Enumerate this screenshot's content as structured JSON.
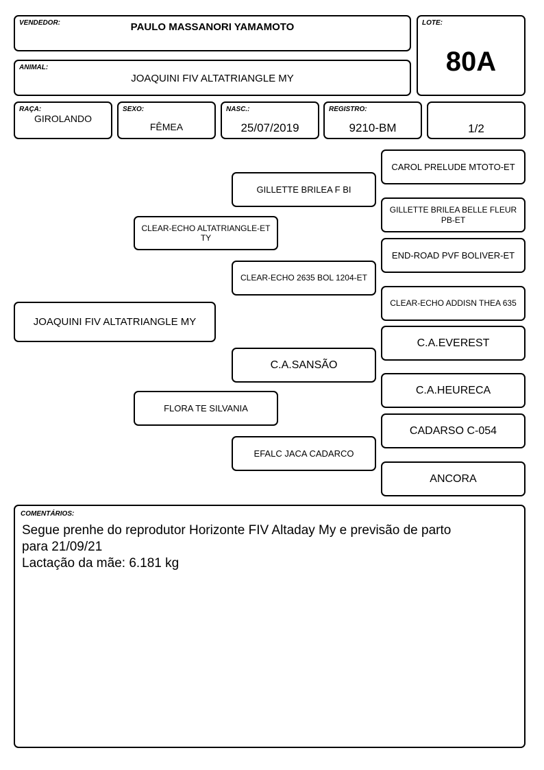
{
  "header": {
    "vendedor": {
      "label": "VENDEDOR:",
      "value": "PAULO MASSANORI YAMAMOTO"
    },
    "lote": {
      "label": "LOTE:",
      "value": "80A"
    },
    "animal": {
      "label": "ANIMAL:",
      "value": "JOAQUINI FIV ALTATRIANGLE MY"
    },
    "raca": {
      "label": "RAÇA:",
      "value": "GIROLANDO"
    },
    "sexo": {
      "label": "SEXO:",
      "value": "FÊMEA"
    },
    "nasc": {
      "label": "NASC.:",
      "value": "25/07/2019"
    },
    "registro": {
      "label": "REGISTRO:",
      "value": "9210-BM"
    },
    "grau": {
      "value": "1/2"
    }
  },
  "pedigree": {
    "animal": "JOAQUINI FIV ALTATRIANGLE MY",
    "sire": "CLEAR-ECHO ALTATRIANGLE-ET TY",
    "sire_sire": "GILLETTE BRILEA F BI",
    "sire_dam": "CLEAR-ECHO 2635 BOL 1204-ET",
    "sire_sire_sire": "CAROL PRELUDE MTOTO-ET",
    "sire_sire_dam": "GILLETTE BRILEA BELLE FLEUR PB-ET",
    "sire_dam_sire": "END-ROAD PVF BOLIVER-ET",
    "sire_dam_dam": "CLEAR-ECHO ADDISN THEA 635",
    "dam": "FLORA TE SILVANIA",
    "dam_sire": "C.A.SANSÃO",
    "dam_dam": "EFALC JACA CADARCO",
    "dam_sire_sire": "C.A.EVEREST",
    "dam_sire_dam": "C.A.HEURECA",
    "dam_dam_sire": "CADARSO C-054",
    "dam_dam_dam": "ANCORA"
  },
  "comments": {
    "label": "COMENTÁRIOS:",
    "lines": [
      "Segue prenhe do reprodutor Horizonte FIV Altaday My e previsão de parto",
      "para 21/09/21",
      "Lactação da mãe: 6.181 kg"
    ]
  }
}
